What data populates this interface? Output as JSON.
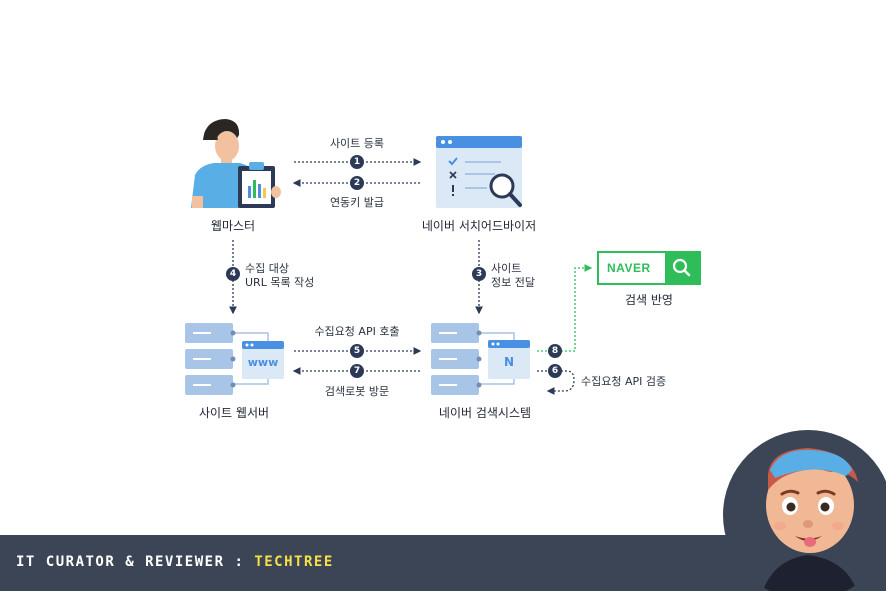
{
  "nodes": {
    "webmaster": "웹마스터",
    "search_advisor": "네이버 서치어드바이저",
    "site_webserver": "사이트 웹서버",
    "naver_search_system": "네이버 검색시스템",
    "search_result": "검색 반영"
  },
  "steps": {
    "s1": {
      "num": "1",
      "label": "사이트 등록"
    },
    "s2": {
      "num": "2",
      "label": "연동키 발급"
    },
    "s3": {
      "num": "3",
      "label_line1": "사이트",
      "label_line2": "정보 전달"
    },
    "s4": {
      "num": "4",
      "label_line1": "수집 대상",
      "label_line2": "URL 목록 작성"
    },
    "s5": {
      "num": "5",
      "label": "수집요청 API 호출"
    },
    "s6": {
      "num": "6",
      "label": "수집요청 API 검증"
    },
    "s7": {
      "num": "7",
      "label": "검색로봇 방문"
    },
    "s8": {
      "num": "8"
    }
  },
  "icons": {
    "www_text": "www",
    "n_text": "N",
    "naver_logo": "NAVER"
  },
  "footer": {
    "prefix": "IT CURATOR & REVIEWER",
    "separator": " : ",
    "brand": "TECHTREE"
  },
  "colors": {
    "badge": "#2c3a57",
    "server_blue": "#a8c4e6",
    "accent_blue": "#4a90e2",
    "naver_green": "#2ebd59",
    "footer_bg": "#3c4556",
    "footer_brand": "#f6e04a"
  }
}
